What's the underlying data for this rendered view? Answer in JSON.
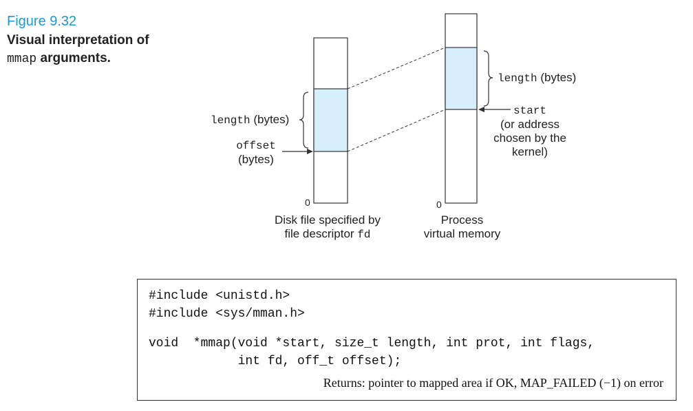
{
  "figure": {
    "number": "Figure 9.32",
    "title_prefix": "Visual interpretation of",
    "title_code": "mmap",
    "title_suffix": "arguments."
  },
  "diagram": {
    "left_length_code": "length",
    "left_length_text": "(bytes)",
    "offset_code": "offset",
    "offset_text": "(bytes)",
    "disk_zero": "0",
    "vm_zero": "0",
    "disk_caption_line1": "Disk file specified by",
    "disk_caption_line2_text": "file descriptor",
    "disk_caption_line2_code": "fd",
    "vm_caption_line1": "Process",
    "vm_caption_line2": "virtual memory",
    "right_length_code": "length",
    "right_length_text": "(bytes)",
    "start_code": "start",
    "start_note_line1": "(or address",
    "start_note_line2": "chosen by the",
    "start_note_line3": "kernel)",
    "colors": {
      "region_fill": "#d6eef9",
      "outline": "#333333",
      "caption_blue": "#1a9ad6"
    }
  },
  "code": {
    "line1": "#include <unistd.h>",
    "line2": "#include <sys/mman.h>",
    "line3": "void  *mmap(void *start, size_t length, int prot, int flags,",
    "line4": "            int fd, off_t offset);",
    "returns": "Returns: pointer to mapped area if OK, MAP_FAILED (−1) on error"
  }
}
